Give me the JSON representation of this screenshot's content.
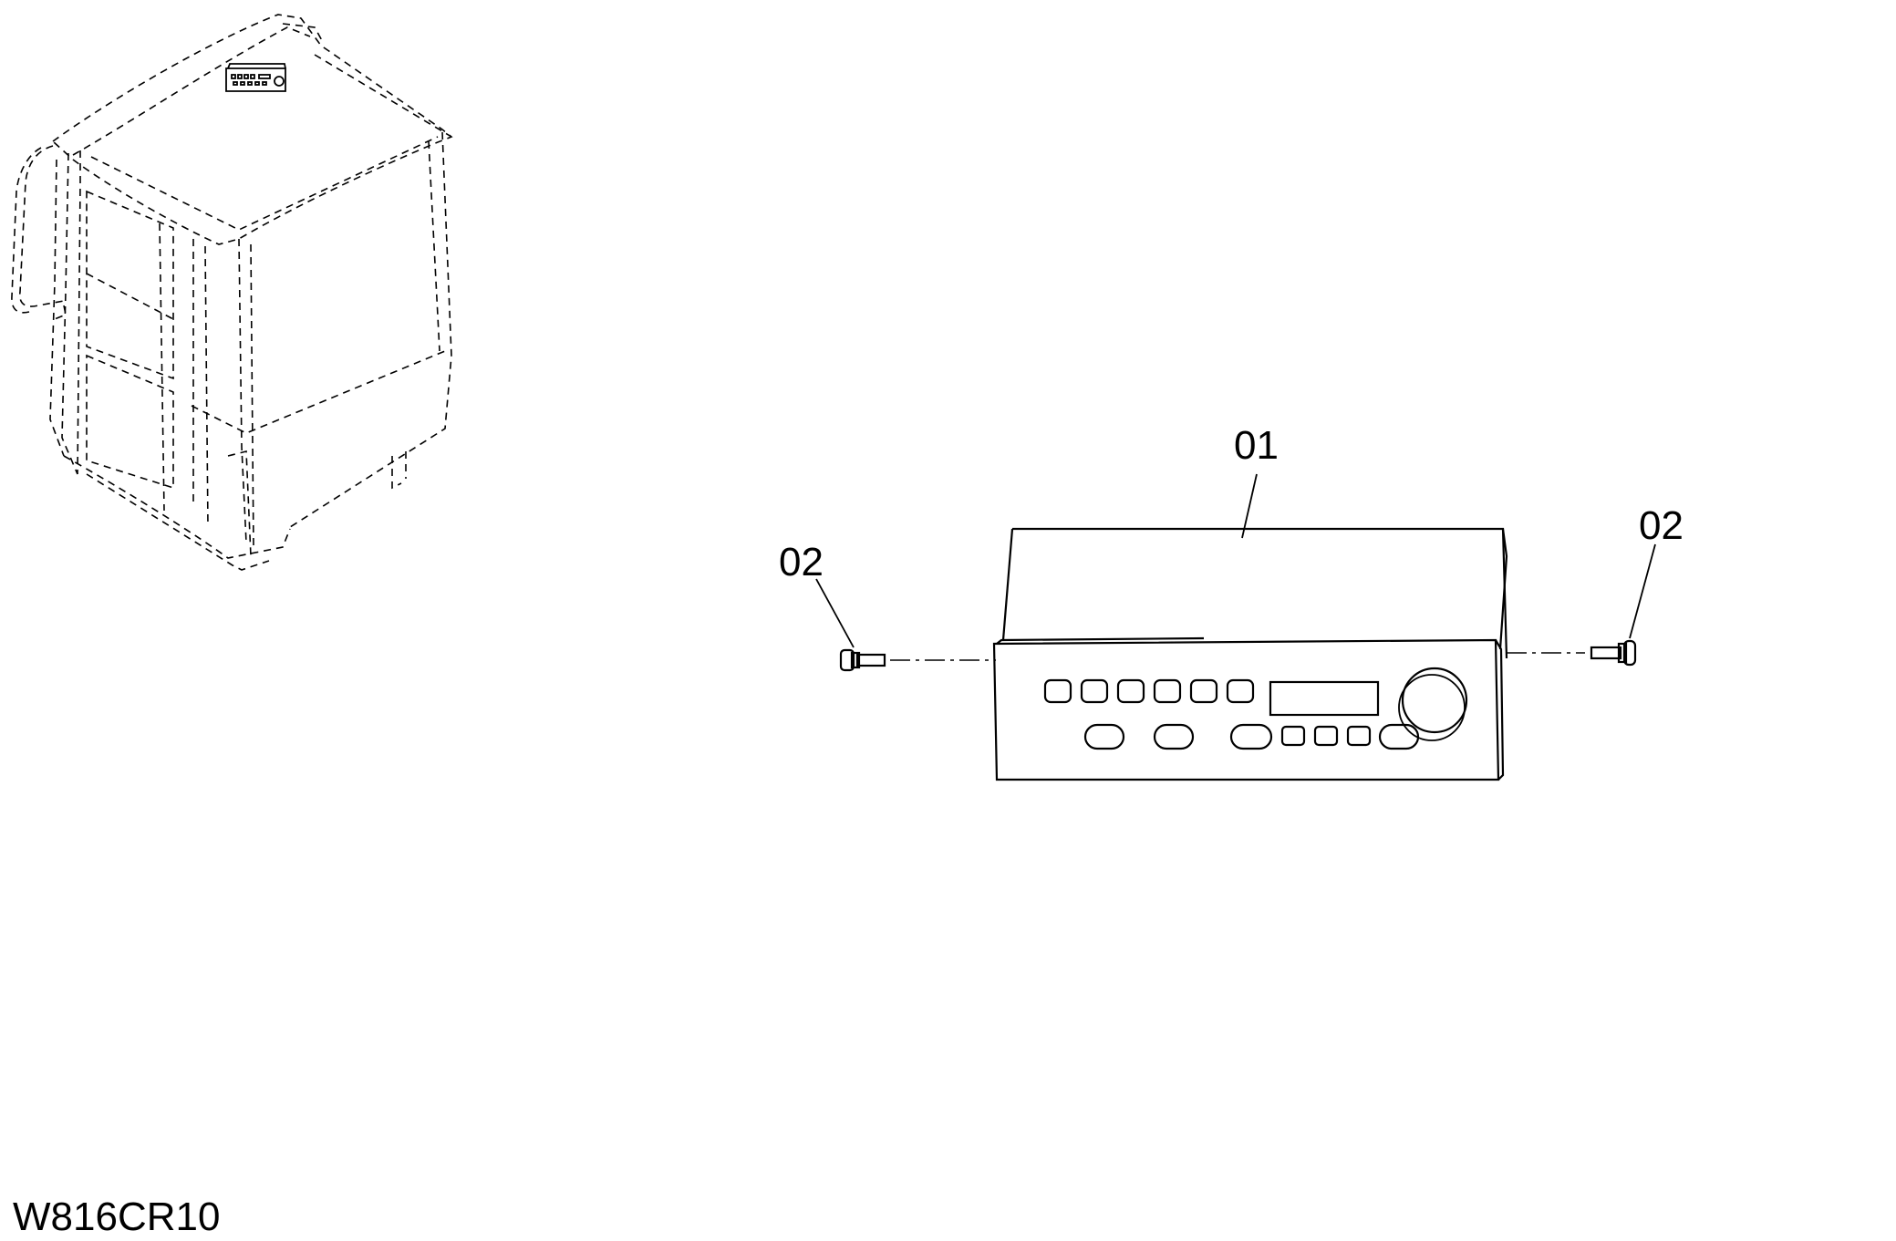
{
  "callouts": {
    "radio": "01",
    "screw_left": "02",
    "screw_right": "02"
  },
  "drawing_code": "W816CR10"
}
